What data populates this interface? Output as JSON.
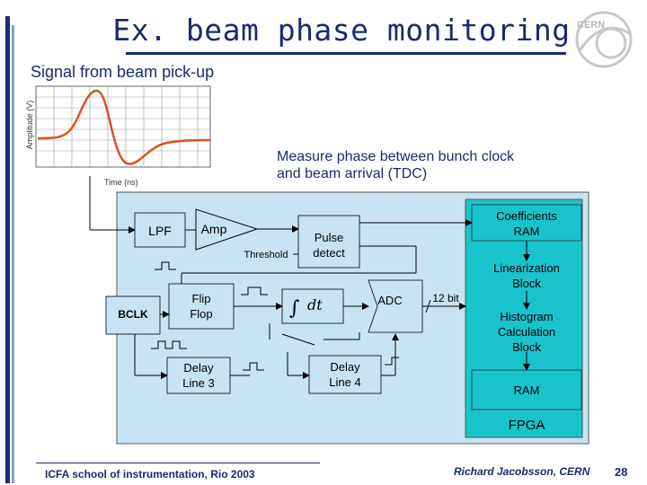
{
  "title": "Ex. beam phase monitoring",
  "subtitle": "Signal from beam pick-up",
  "plot": {
    "ylabel": "Amplitude (V)",
    "xlabel": "Time (ns)"
  },
  "measure_text": [
    "Measure phase between bunch clock",
    "and beam arrival (TDC)"
  ],
  "blocks": {
    "lpf": "LPF",
    "amp": "Amp",
    "threshold": "Threshold",
    "pulse_detect": [
      "Pulse",
      "detect"
    ],
    "bclk": "BCLK",
    "flip_flop": [
      "Flip",
      "Flop"
    ],
    "integrator": "dt",
    "adc": "ADC",
    "bits": "12 bit",
    "delay3": [
      "Delay",
      "Line 3"
    ],
    "delay4": [
      "Delay",
      "Line 4"
    ]
  },
  "fpga": {
    "label": "FPGA",
    "coeff_ram": [
      "Coefficients",
      "RAM"
    ],
    "linearization": [
      "Linearization",
      "Block"
    ],
    "histogram": [
      "Histogram",
      "Calculation",
      "Block"
    ],
    "ram": "RAM"
  },
  "footer": {
    "left": "ICFA school of instrumentation, Rio 2003",
    "right": "Richard Jacobsson, CERN",
    "page": "28"
  },
  "logo": "CERN",
  "colors": {
    "title": "#1a2b6e",
    "diagram_bg": "#c6e4f3",
    "fpga_bg": "#18c3cc",
    "signal": "#d9531e"
  }
}
